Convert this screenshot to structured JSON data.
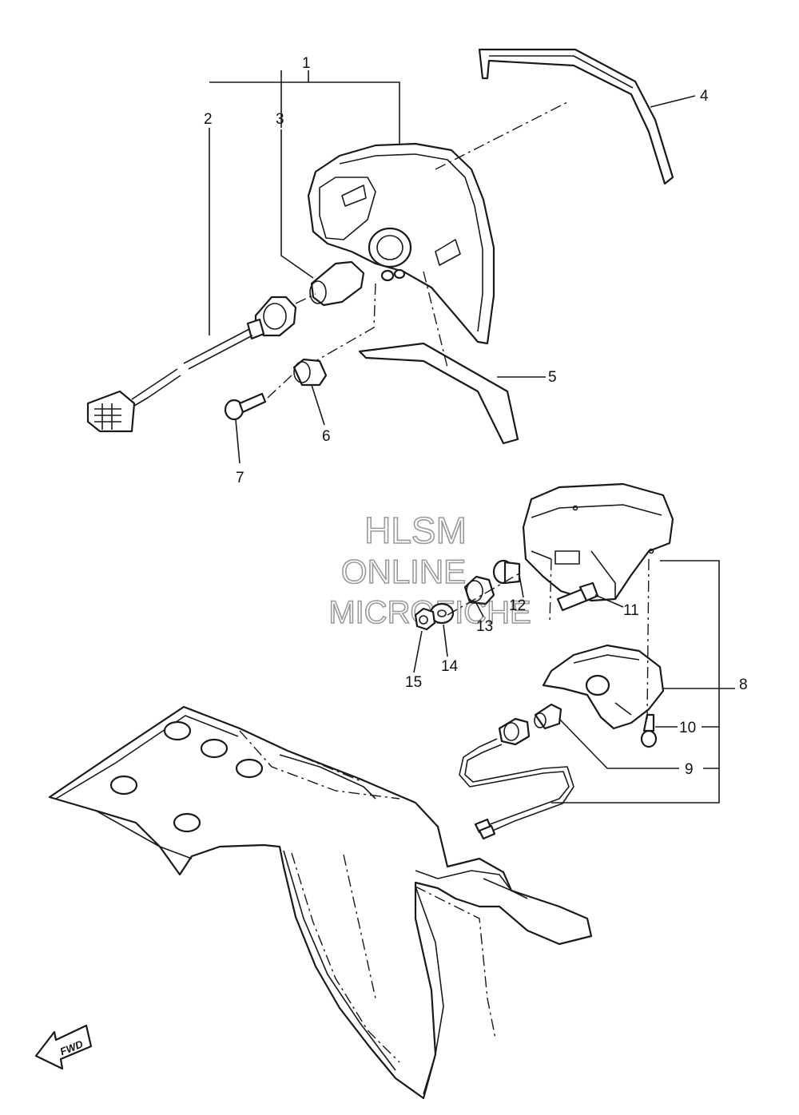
{
  "callouts": {
    "c1": "1",
    "c2": "2",
    "c3": "3",
    "c4": "4",
    "c5": "5",
    "c6": "6",
    "c7": "7",
    "c8": "8",
    "c9": "9",
    "c10": "10",
    "c11": "11",
    "c12": "12",
    "c13": "13",
    "c14": "14",
    "c15": "15"
  },
  "watermark": {
    "line1": "HLSM",
    "line2": "ONLINE",
    "line3": "MICROFICHE"
  },
  "fwd_label": "FWD"
}
